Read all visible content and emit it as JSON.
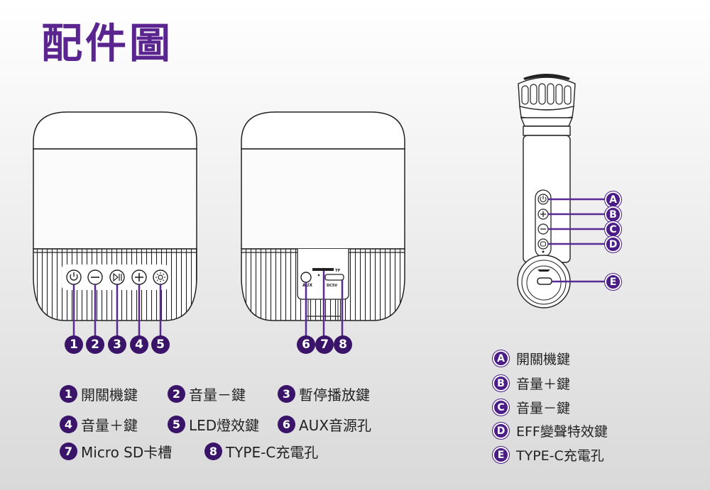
{
  "title": "配件圖",
  "speaker_labels": {
    "aux": "AUX",
    "tf": "TF",
    "dc5v": "DC5V"
  },
  "callout_numbers": [
    "1",
    "2",
    "3",
    "4",
    "5",
    "6",
    "7",
    "8"
  ],
  "callout_letters": [
    "A",
    "B",
    "C",
    "D",
    "E"
  ],
  "legend": [
    {
      "num": "1",
      "text": "開關機鍵"
    },
    {
      "num": "2",
      "text": "音量－鍵"
    },
    {
      "num": "3",
      "text": "暫停播放鍵"
    },
    {
      "num": "4",
      "text": "音量＋鍵"
    },
    {
      "num": "5",
      "text": "LED燈效鍵"
    },
    {
      "num": "6",
      "text": "AUX音源孔"
    },
    {
      "num": "7",
      "text": "Micro SD卡槽"
    },
    {
      "num": "8",
      "text": "TYPE-C充電孔"
    }
  ],
  "mic_legend": [
    {
      "letter": "A",
      "text": "開關機鍵"
    },
    {
      "letter": "B",
      "text": "音量＋鍵"
    },
    {
      "letter": "C",
      "text": "音量－鍵"
    },
    {
      "letter": "D",
      "text": "EFF變聲特效鍵"
    },
    {
      "letter": "E",
      "text": "TYPE-C充電孔"
    }
  ],
  "colors": {
    "accent": "#5b2590",
    "badge": "#3a1469",
    "line": "#5a2a94",
    "outline": "#222222"
  }
}
